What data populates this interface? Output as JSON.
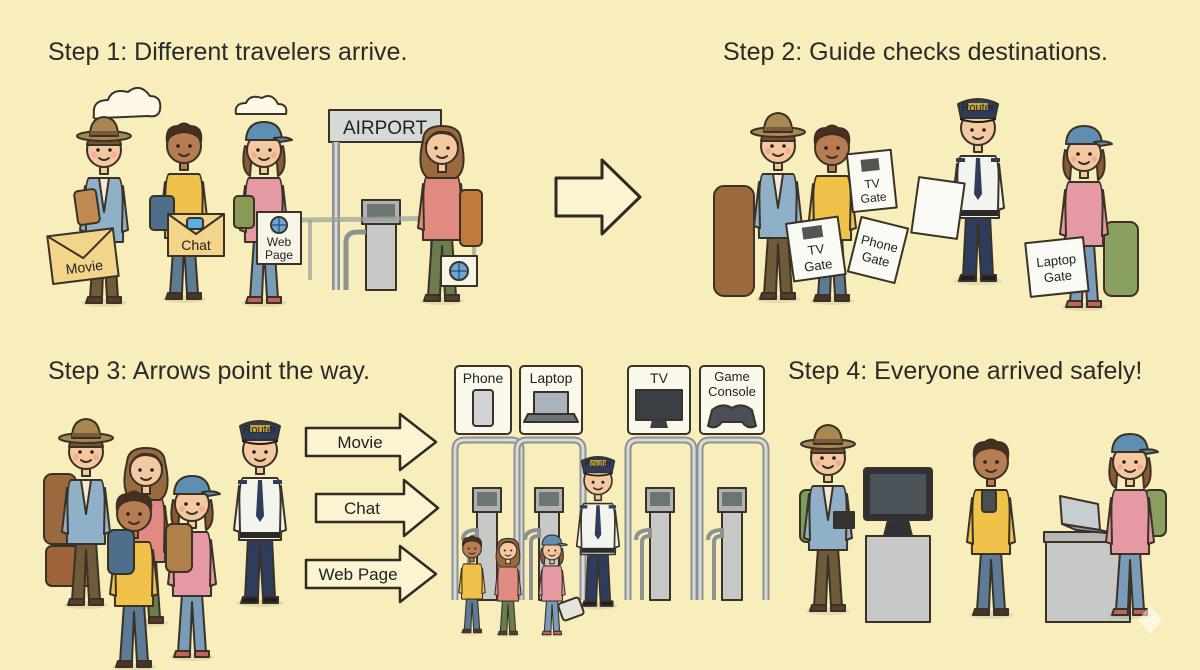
{
  "steps": {
    "s1": {
      "title": "Step 1: Different travelers arrive."
    },
    "s2": {
      "title": "Step 2: Guide checks destinations."
    },
    "s3": {
      "title": "Step 3: Arrows point the way."
    },
    "s4": {
      "title": "Step 4: Everyone arrived safely!"
    }
  },
  "airport": {
    "sign": "AIRPORT"
  },
  "packets": {
    "movie": "Movie",
    "chat": "Chat",
    "web_line1": "Web",
    "web_line2": "Page"
  },
  "router": {
    "cap": "Router"
  },
  "cards": {
    "tv1": {
      "l1": "TV",
      "l2": "Gate"
    },
    "tv2": {
      "l1": "TV",
      "l2": "Gate"
    },
    "phone": {
      "l1": "Phone",
      "l2": "Gate"
    },
    "laptop": {
      "l1": "Laptop",
      "l2": "Gate"
    }
  },
  "arrows": {
    "movie": "Movie",
    "chat": "Chat",
    "web": "Web Page"
  },
  "gates": {
    "phone": "Phone",
    "laptop": "Laptop",
    "tv": "TV",
    "console_l1": "Game",
    "console_l2": "Console"
  },
  "colors": {
    "background": "#f8eebb",
    "ink": "#3a3226",
    "uniform_navy": "#2f3d5c",
    "gate_gray": "#c9ccc9"
  }
}
